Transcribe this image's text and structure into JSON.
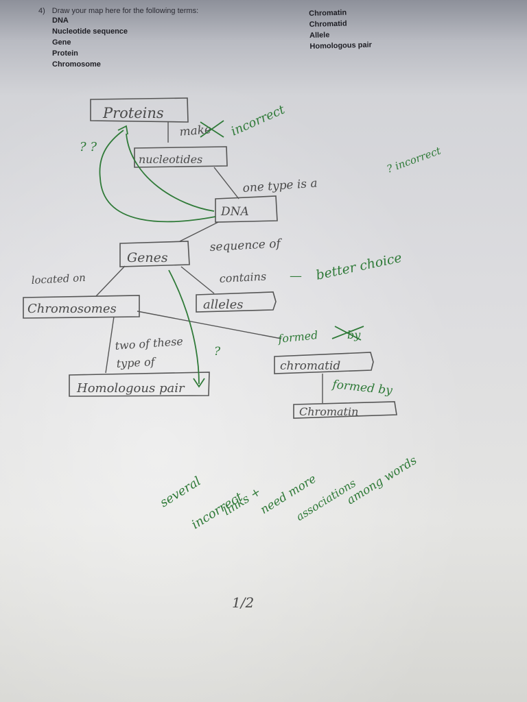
{
  "question": {
    "number": "4)",
    "prompt": "Draw your map here for the following terms:",
    "terms_left": [
      "DNA",
      "Nucleotide sequence",
      "Gene",
      "Protein",
      "Chromosome"
    ],
    "terms_right": [
      "Chromatin",
      "Chromatid",
      "Allele",
      "Homologous pair"
    ]
  },
  "concept_map": {
    "nodes": {
      "proteins": "Proteins",
      "nucleotides": "nucleotides",
      "dna": "DNA",
      "genes": "Genes",
      "chromosomes": "Chromosomes",
      "alleles": "alleles",
      "homologous_pair": "Homologous pair",
      "chromatid": "chromatid",
      "chromatin": "Chromatin"
    },
    "link_labels": {
      "make": "make",
      "one_type_is_a": "one type is a",
      "sequence_of": "sequence of",
      "contains": "contains",
      "located_on": "located on",
      "two_of_these": "two of these",
      "type_of": "type of",
      "formed": "formed",
      "by_crossed": "by",
      "formed_by": "formed by"
    }
  },
  "feedback": {
    "incorrect_1": "incorrect",
    "incorrect_2": "? incorrect",
    "question_marks": "? ?",
    "question_mark_2": "?",
    "dash": "—",
    "better_choice": "better choice",
    "several": "several",
    "incorrect_3": "incorrect",
    "links_plus": "links +",
    "need_more": "need more",
    "associations": "associations",
    "among_words": "among words",
    "score": "1/2"
  },
  "colors": {
    "pencil": "#4a4a4a",
    "green_ink": "#2f7a38",
    "print": "#1e1e24"
  }
}
